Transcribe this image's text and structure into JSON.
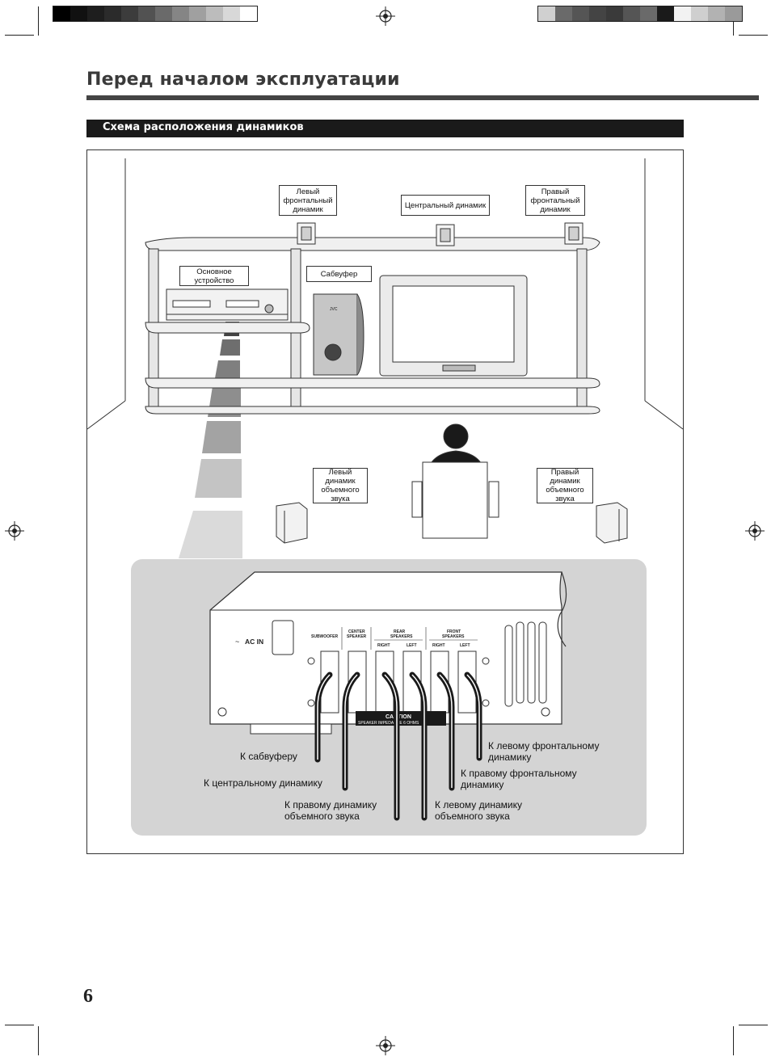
{
  "page": {
    "heading": "Перед началом эксплуатации",
    "section_title": "Схема расположения динамиков",
    "page_number": "6"
  },
  "diagram": {
    "labels": {
      "front_left": "Левый фронтальный динамик",
      "center": "Центральный динамик",
      "front_right": "Правый фронтальный динамик",
      "main_unit": "Основное устройство",
      "subwoofer": "Сабвуфер",
      "surround_left": "Левый динамик объемного звука",
      "surround_right": "Правый динамик объемного звука"
    },
    "panel": {
      "ac_in": "AC IN",
      "subwoofer": "SUBWOOFER",
      "center_speaker_1": "CENTER",
      "center_speaker_2": "SPEAKER",
      "rear_speakers_1": "REAR",
      "rear_speakers_2": "SPEAKERS",
      "front_speakers_1": "FRONT",
      "front_speakers_2": "SPEAKERS",
      "right_1": "RIGHT",
      "left_1": "LEFT",
      "right_2": "RIGHT",
      "left_2": "LEFT",
      "caution": "CAUTION",
      "impedance": "SPEAKER IMPEDANCE 6 OHMS",
      "brand": "JVC"
    },
    "callouts": {
      "to_subwoofer": "К сабвуферу",
      "to_center": "К центральному динамику",
      "to_right_surround": "К правому динамику объемного звука",
      "to_left_surround": "К левому динамику объемного звука",
      "to_left_front": "К левому фронтальному динамику",
      "to_right_front": "К правому фронтальному динамику"
    }
  },
  "colors": {
    "dark": "#1a1a1a",
    "panel_bg": "#d4d4d4",
    "light_grey": "#bdbdbd"
  },
  "colorbar_left": [
    "#000000",
    "#111111",
    "#1e1e1e",
    "#2b2b2b",
    "#3c3c3c",
    "#525252",
    "#6a6a6a",
    "#858585",
    "#a0a0a0",
    "#bcbcbc",
    "#d8d8d8",
    "#ffffff"
  ],
  "colorbar_right": [
    "#d0d0d0",
    "#6a6a6a",
    "#555555",
    "#444444",
    "#3a3a3a",
    "#555555",
    "#6a6a6a",
    "#1a1a1a",
    "#f2f2f2",
    "#cfcfcf",
    "#b2b2b2",
    "#9a9a9a"
  ]
}
